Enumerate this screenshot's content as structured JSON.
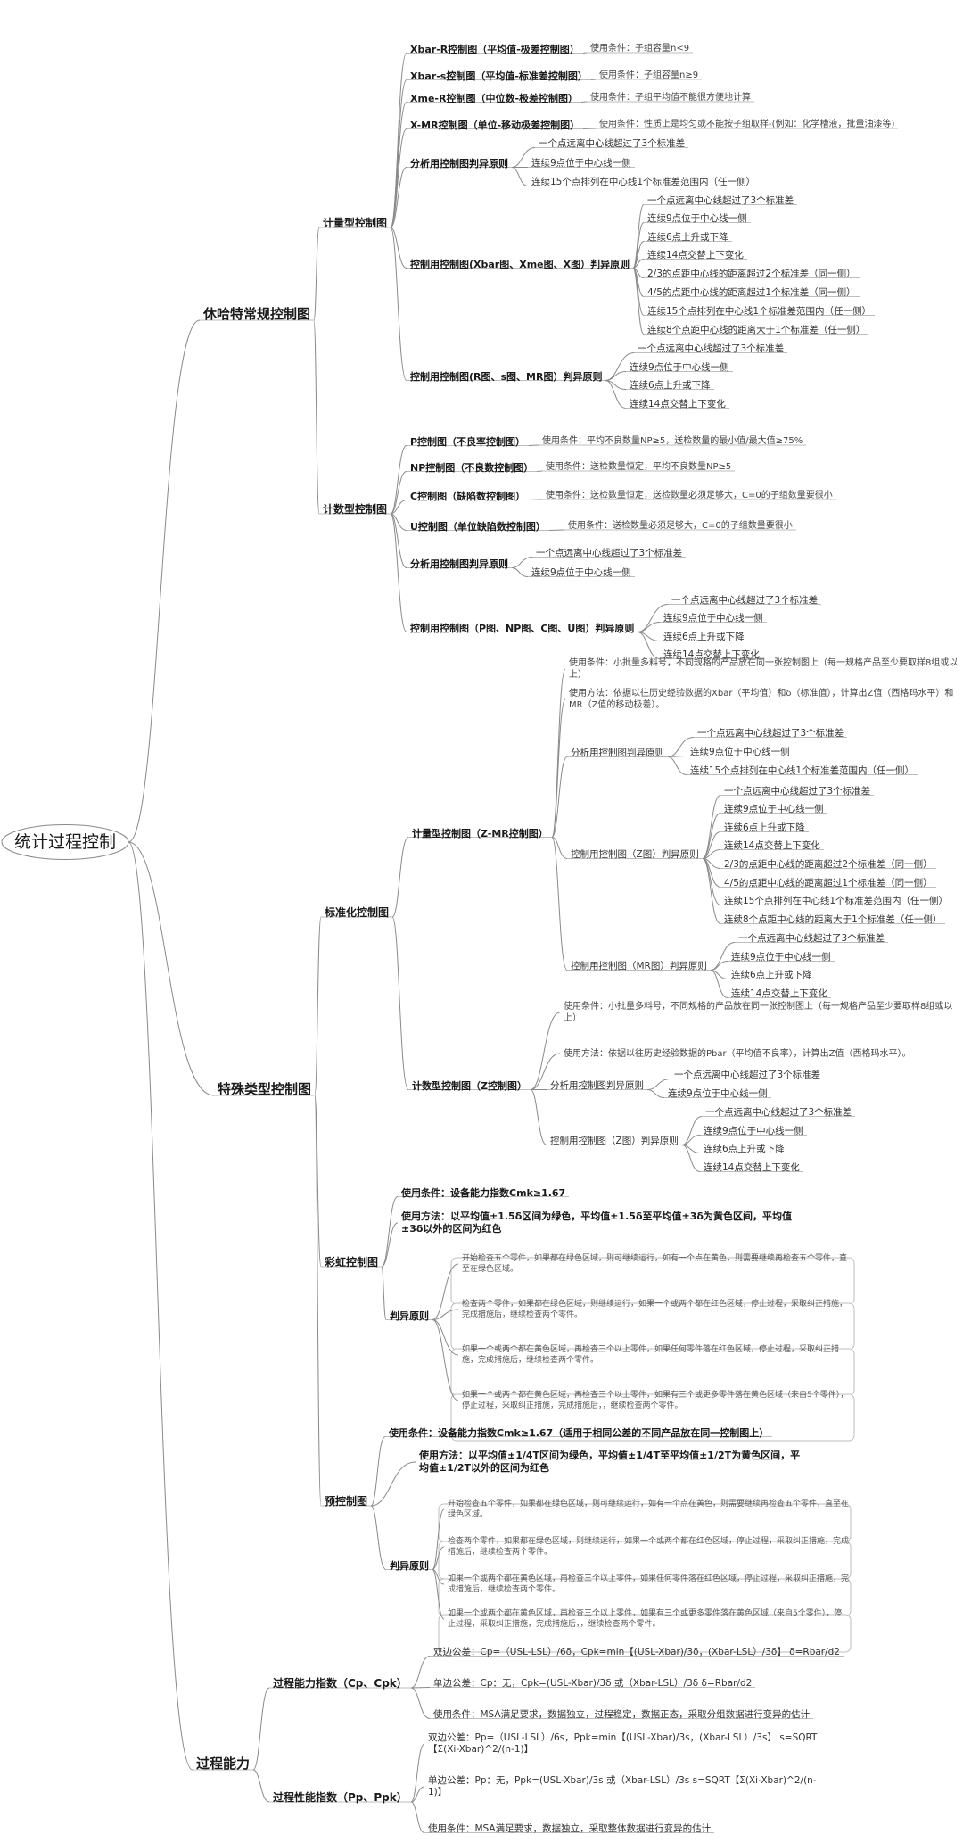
{
  "root": {
    "label": "统计过程控制",
    "children": [
      {
        "label": "休哈特常规控制图",
        "children": [
          {
            "label": "计量型控制图",
            "children": [
              {
                "label": "Xbar-R控制图（平均值-极差控制图）",
                "children": [
                  {
                    "label": "使用条件：子组容量n<9"
                  }
                ]
              },
              {
                "label": "Xbar-s控制图（平均值-标准差控制图）",
                "children": [
                  {
                    "label": "使用条件：子组容量n≥9"
                  }
                ]
              },
              {
                "label": "Xme-R控制图（中位数-极差控制图）",
                "children": [
                  {
                    "label": "使用条件：子组平均值不能很方便地计算"
                  }
                ]
              },
              {
                "label": "X-MR控制图（单位-移动极差控制图）",
                "children": [
                  {
                    "label": "使用条件：性质上是均匀或不能按子组取样-(例如：化学槽液，批量油漆等)"
                  }
                ]
              },
              {
                "label": "分析用控制图判异原则",
                "children": [
                  {
                    "label": "一个点远离中心线超过了3个标准差"
                  },
                  {
                    "label": "连续9点位于中心线一侧"
                  },
                  {
                    "label": "连续15个点排列在中心线1个标准差范围内（任一侧）"
                  }
                ]
              },
              {
                "label": "控制用控制图(Xbar图、Xme图、X图）判异原则",
                "children": [
                  {
                    "label": "一个点远离中心线超过了3个标准差"
                  },
                  {
                    "label": "连续9点位于中心线一侧"
                  },
                  {
                    "label": "连续6点上升或下降"
                  },
                  {
                    "label": "连续14点交替上下变化"
                  },
                  {
                    "label": "2/3的点距中心线的距离超过2个标准差（同一侧）"
                  },
                  {
                    "label": "4/5的点距中心线的距离超过1个标准差（同一侧）"
                  },
                  {
                    "label": "连续15个点排列在中心线1个标准差范围内（任一侧）"
                  },
                  {
                    "label": "连续8个点距中心线的距离大于1个标准差（任一侧）"
                  }
                ]
              },
              {
                "label": "控制用控制图(R图、s图、MR图）判异原则",
                "children": [
                  {
                    "label": "一个点远离中心线超过了3个标准差"
                  },
                  {
                    "label": "连续9点位于中心线一侧"
                  },
                  {
                    "label": "连续6点上升或下降"
                  },
                  {
                    "label": "连续14点交替上下变化"
                  }
                ]
              }
            ]
          },
          {
            "label": "计数型控制图",
            "children": [
              {
                "label": "P控制图（不良率控制图）",
                "children": [
                  {
                    "label": "使用条件：平均不良数量NP≥5，送检数量的最小值/最大值≥75%"
                  }
                ]
              },
              {
                "label": "NP控制图（不良数控制图）",
                "children": [
                  {
                    "label": "使用条件：送检数量恒定，平均不良数量NP≥5"
                  }
                ]
              },
              {
                "label": "C控制图（缺陷数控制图）",
                "children": [
                  {
                    "label": "使用条件：送检数量恒定，送检数量必须足够大，C=0的子组数量要很小"
                  }
                ]
              },
              {
                "label": "U控制图（单位缺陷数控制图）",
                "children": [
                  {
                    "label": "使用条件：送检数量必须足够大，C=0的子组数量要很小"
                  }
                ]
              },
              {
                "label": "分析用控制图判异原则",
                "children": [
                  {
                    "label": "一个点远离中心线超过了3个标准差"
                  },
                  {
                    "label": "连续9点位于中心线一侧"
                  }
                ]
              },
              {
                "label": "控制用控制图（P图、NP图、C图、U图）判异原则",
                "children": [
                  {
                    "label": "一个点远离中心线超过了3个标准差"
                  },
                  {
                    "label": "连续9点位于中心线一侧"
                  },
                  {
                    "label": "连续6点上升或下降"
                  },
                  {
                    "label": "连续14点交替上下变化"
                  }
                ]
              }
            ]
          }
        ]
      },
      {
        "label": "特殊类型控制图",
        "children": [
          {
            "label": "标准化控制图",
            "children": [
              {
                "label": "计量型控制图（Z-MR控制图）",
                "children": [
                  {
                    "label": "使用条件：小批量多料号，不同规格的产品放在同一张控制图上（每一规格产品至少要取样8组或以上）"
                  },
                  {
                    "label": "使用方法：依据以往历史经验数据的Xbar（平均值）和δ（标准值），计算出Z值（西格玛水平）和MR（Z值的移动极差）。"
                  },
                  {
                    "label": "分析用控制图判异原则",
                    "children": [
                      {
                        "label": "一个点远离中心线超过了3个标准差"
                      },
                      {
                        "label": "连续9点位于中心线一侧"
                      },
                      {
                        "label": "连续15个点排列在中心线1个标准差范围内（任一侧）"
                      }
                    ]
                  },
                  {
                    "label": "控制用控制图（Z图）判异原则",
                    "children": [
                      {
                        "label": "一个点远离中心线超过了3个标准差"
                      },
                      {
                        "label": "连续9点位于中心线一侧"
                      },
                      {
                        "label": "连续6点上升或下降"
                      },
                      {
                        "label": "连续14点交替上下变化"
                      },
                      {
                        "label": "2/3的点距中心线的距离超过2个标准差（同一侧）"
                      },
                      {
                        "label": "4/5的点距中心线的距离超过1个标准差（同一侧）"
                      },
                      {
                        "label": "连续15个点排列在中心线1个标准差范围内（任一侧）"
                      },
                      {
                        "label": "连续8个点距中心线的距离大于1个标准差（任一侧）"
                      }
                    ]
                  },
                  {
                    "label": "控制用控制图（MR图）判异原则",
                    "children": [
                      {
                        "label": "一个点远离中心线超过了3个标准差"
                      },
                      {
                        "label": "连续9点位于中心线一侧"
                      },
                      {
                        "label": "连续6点上升或下降"
                      },
                      {
                        "label": "连续14点交替上下变化"
                      }
                    ]
                  }
                ]
              },
              {
                "label": "计数型控制图（Z控制图）",
                "children": [
                  {
                    "label": "使用条件：小批量多料号，不同规格的产品放在同一张控制图上（每一规格产品至少要取样8组或以上）"
                  },
                  {
                    "label": "使用方法：依据以往历史经验数据的Pbar（平均值不良率），计算出Z值（西格玛水平）。"
                  },
                  {
                    "label": "分析用控制图判异原则",
                    "children": [
                      {
                        "label": "一个点远离中心线超过了3个标准差"
                      },
                      {
                        "label": "连续9点位于中心线一侧"
                      }
                    ]
                  },
                  {
                    "label": "控制用控制图（Z图）判异原则",
                    "children": [
                      {
                        "label": "一个点远离中心线超过了3个标准差"
                      },
                      {
                        "label": "连续9点位于中心线一侧"
                      },
                      {
                        "label": "连续6点上升或下降"
                      },
                      {
                        "label": "连续14点交替上下变化"
                      }
                    ]
                  }
                ]
              }
            ]
          },
          {
            "label": "彩虹控制图",
            "children": [
              {
                "label": "使用条件：设备能力指数Cmk≥1.67"
              },
              {
                "label": "使用方法：以平均值±1.5δ区间为绿色，平均值±1.5δ至平均值±3δ为黄色区间，平均值±3δ以外的区间为红色"
              },
              {
                "label": "判异原则",
                "children": [
                  {
                    "label": "开始检查五个零件，如果都在绿色区域，则可继续运行，如有一个点在黄色，则需要继续再检查五个零件，直至在绿色区域。"
                  },
                  {
                    "label": "检查两个零件，如果都在绿色区域，则继续运行，如果一个或两个都在红色区域，停止过程，采取纠正措施，完成措施后，继续检查两个零件。"
                  },
                  {
                    "label": "如果一个或两个都在黄色区域，再检查三个以上零件，如果任何零件落在红色区域，停止过程，采取纠正措施，完成措施后，继续检查两个零件。"
                  },
                  {
                    "label": "如果一个或两个都在黄色区域，再检查三个以上零件，如果有三个或更多零件落在黄色区域（来自5个零件），停止过程，采取纠正措施，完成措施后，，继续检查两个零件。"
                  }
                ]
              }
            ]
          },
          {
            "label": "预控制图",
            "children": [
              {
                "label": "使用条件：设备能力指数Cmk≥1.67（适用于相同公差的不同产品放在同一控制图上）"
              },
              {
                "label": "使用方法：以平均值±1/4T区间为绿色，平均值±1/4T至平均值±1/2T为黄色区间，平均值±1/2T以外的区间为红色"
              },
              {
                "label": "判异原则",
                "children": [
                  {
                    "label": "开始检查五个零件，如果都在绿色区域，则可继续运行，如有一个点在黄色，则需要继续再检查五个零件，直至在绿色区域。"
                  },
                  {
                    "label": "检查两个零件，如果都在绿色区域，则继续运行，如果一个或两个都在红色区域，停止过程，采取纠正措施，完成措施后，继续检查两个零件。"
                  },
                  {
                    "label": "如果一个或两个都在黄色区域，再检查三个以上零件，如果任何零件落在红色区域，停止过程，采取纠正措施，完成措施后，继续检查两个零件。"
                  },
                  {
                    "label": "如果一个或两个都在黄色区域，再检查三个以上零件，如果有三个或更多零件落在黄色区域（来自5个零件），停止过程，采取纠正措施，完成措施后，，继续检查两个零件。"
                  }
                ]
              }
            ]
          }
        ]
      },
      {
        "label": "过程能力",
        "children": [
          {
            "label": "过程能力指数（Cp、Cpk）",
            "children": [
              {
                "label": "双边公差：Cp=（USL-LSL）/6δ，Cpk=min【(USL-Xbar)/3δ，(Xbar-LSL）/3δ】    δ=Rbar/d2"
              },
              {
                "label": "单边公差：Cp：无，Cpk=(USL-Xbar)/3δ 或（Xbar-LSL）/3δ    δ=Rbar/d2"
              },
              {
                "label": "使用条件：MSA满足要求，数据独立，过程稳定，数据正态，采取分组数据进行变异的估计"
              }
            ]
          },
          {
            "label": "过程性能指数（Pp、Ppk）",
            "children": [
              {
                "label": "双边公差：Pp=（USL-LSL）/6s，Ppk=min【(USL-Xbar)/3s，(Xbar-LSL）/3s】    s=SQRT【Σ(Xi-Xbar)^2/(n-1)】"
              },
              {
                "label": "单边公差：Pp：无，Ppk=(USL-Xbar)/3s 或（Xbar-LSL）/3s      s=SQRT【Σ(Xi-Xbar)^2/(n-1)】"
              },
              {
                "label": "使用条件：MSA满足要求，数据独立，采取整体数据进行变异的估计"
              }
            ]
          }
        ]
      }
    ]
  }
}
